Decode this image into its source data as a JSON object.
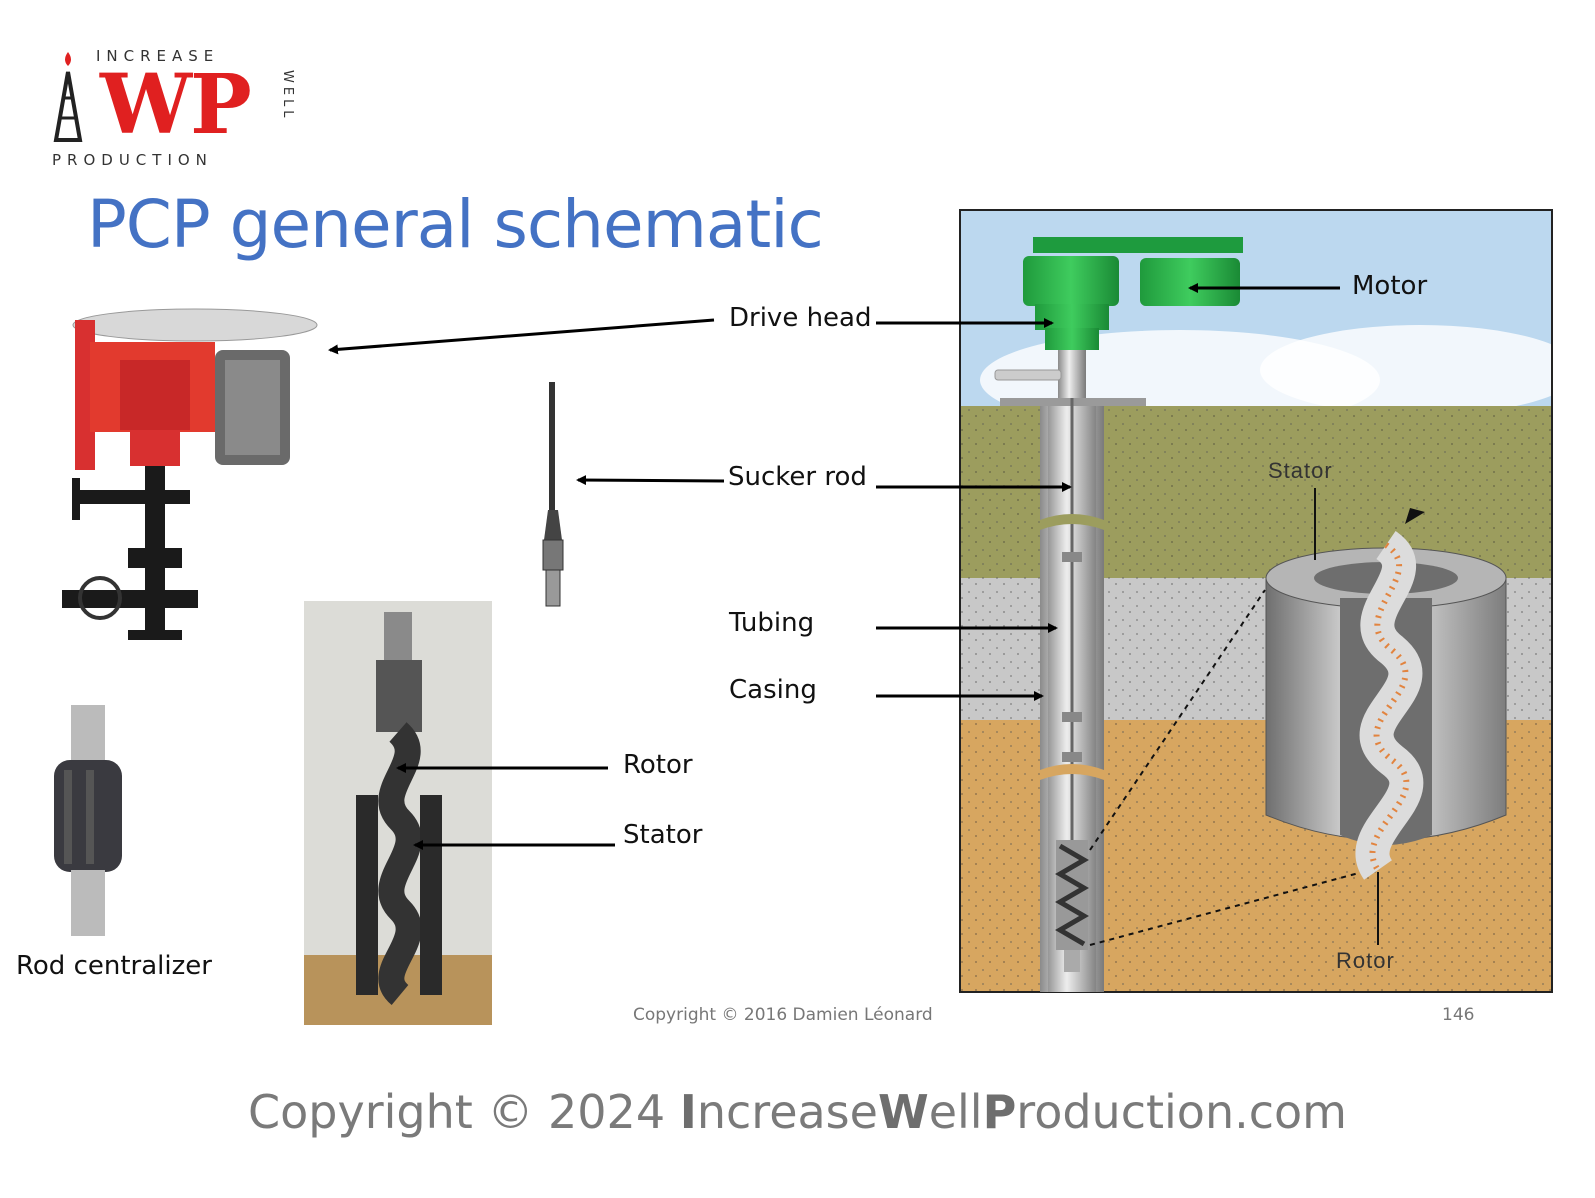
{
  "logo": {
    "top_text": "INCREASE",
    "side_text": "WELL",
    "bottom_text": "PRODUCTION",
    "monogram": "WP",
    "accent_color": "#e02020"
  },
  "title": "PCP general schematic",
  "labels": {
    "drive_head": "Drive head",
    "motor": "Motor",
    "sucker_rod": "Sucker rod",
    "tubing": "Tubing",
    "casing": "Casing",
    "rotor": "Rotor",
    "stator": "Stator",
    "rod_centralizer": "Rod centralizer",
    "diagram_stator": "Stator",
    "diagram_rotor": "Rotor"
  },
  "slide_copyright": "Copyright © 2016 Damien Léonard",
  "slide_number": "146",
  "footer": {
    "prefix": "Copyright © 2024 ",
    "i": "I",
    "ncrease": "ncrease",
    "w": "W",
    "ell": "ell",
    "p": "P",
    "roduction": "roduction.com"
  },
  "colors": {
    "title": "#4472c4",
    "sky": "#bcd8ef",
    "grass_soil": "#9a9a5a",
    "gray_soil": "#c9c9c9",
    "sand_soil": "#d6a45e",
    "motor_green": "#2db34a"
  }
}
